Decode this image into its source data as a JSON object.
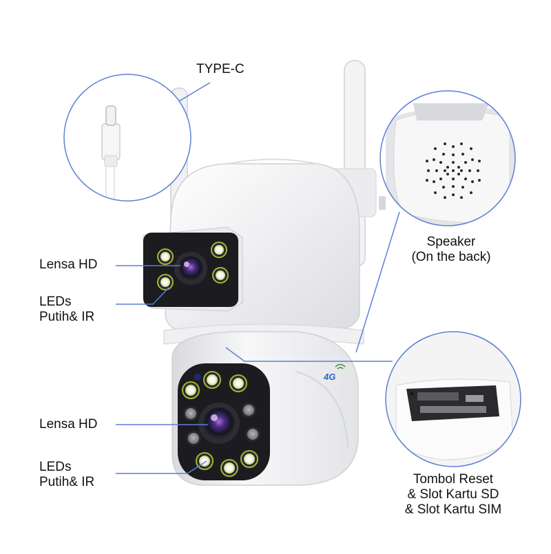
{
  "callouts": {
    "type_c": "TYPE-C",
    "speaker": [
      "Speaker",
      "(On the back)"
    ],
    "reset_slots": [
      "Tombol Reset",
      "& Slot Kartu SD",
      "& Slot Kartu SIM"
    ],
    "upper_lens": "Lensa HD",
    "upper_leds": [
      "LEDs",
      "Putih& IR"
    ],
    "lower_lens": "Lensa HD",
    "lower_leds": [
      "LEDs",
      "Putih& IR"
    ]
  },
  "badge": "4G",
  "colors": {
    "callout_line": "#5b7fd6",
    "label_text": "#111111",
    "camera_body": "#f1f2f4",
    "lens_panel": "#1c1c20",
    "led_white": "#f6f6d8",
    "led_ir": "#8d8d8d",
    "led_ring": "#a4b832"
  }
}
